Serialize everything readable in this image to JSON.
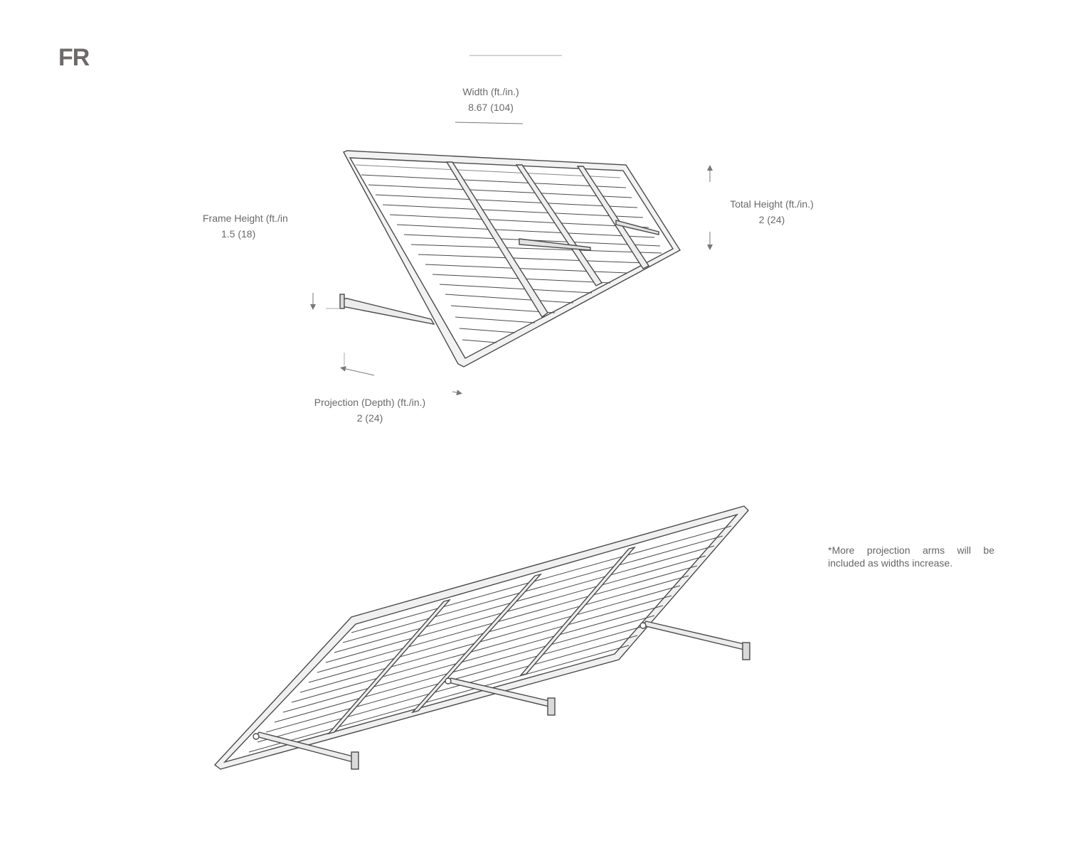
{
  "brand": {
    "text": "FR"
  },
  "dimensions": {
    "width": {
      "label": "Width (ft./in.)",
      "value": "8.67 (104)"
    },
    "total_height": {
      "label": "Total Height (ft./in.)",
      "value": "2 (24)"
    },
    "frame_height": {
      "label": "Frame Height (ft./in",
      "value": "1.5 (18)"
    },
    "projection": {
      "label": "Projection (Depth) (ft./in.)",
      "value": "2 (24)"
    }
  },
  "note": {
    "text": "*More projection arms will be included as widths increase."
  },
  "colors": {
    "frame_stroke": "#4a4a4a",
    "frame_fill": "#ffffff",
    "shade": "#e6e6e6",
    "dim_line": "#777777"
  }
}
